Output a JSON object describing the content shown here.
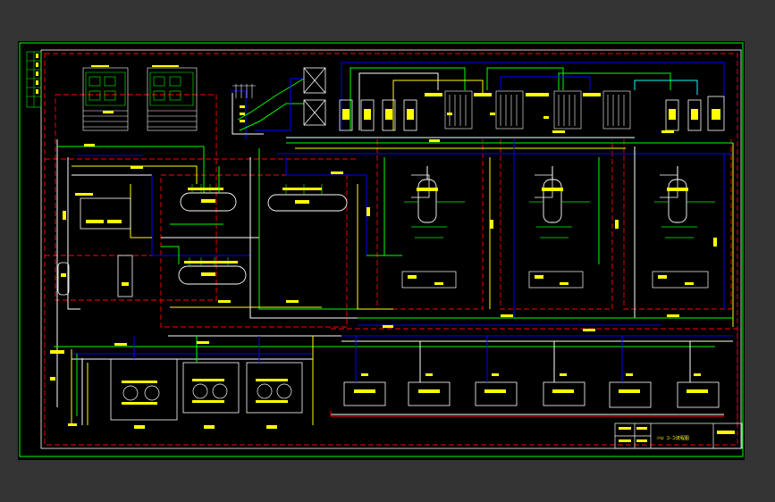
{
  "app": {
    "background": "#333333",
    "canvas_color": "#000000"
  },
  "colors": {
    "border_outer": "#00ff00",
    "border_inner": "#ffffff",
    "dash_red": "#ff0000",
    "pipe_green": "#00ff00",
    "pipe_yellow": "#ffff00",
    "pipe_blue": "#0000ff",
    "pipe_white": "#ffffff",
    "pipe_cyan": "#00ffff",
    "equipment_green": "#00ff00",
    "equipment_white": "#ffffff"
  },
  "diagram": {
    "kind": "process-flow-diagram",
    "reactor_count": 3,
    "bottom_tank_count": 6,
    "pump_group_count": 3,
    "filter_panel_count": 6
  },
  "title_block": {
    "drawing_title": "ᑀᑌ  ᑐ-ᑑ流程图"
  }
}
